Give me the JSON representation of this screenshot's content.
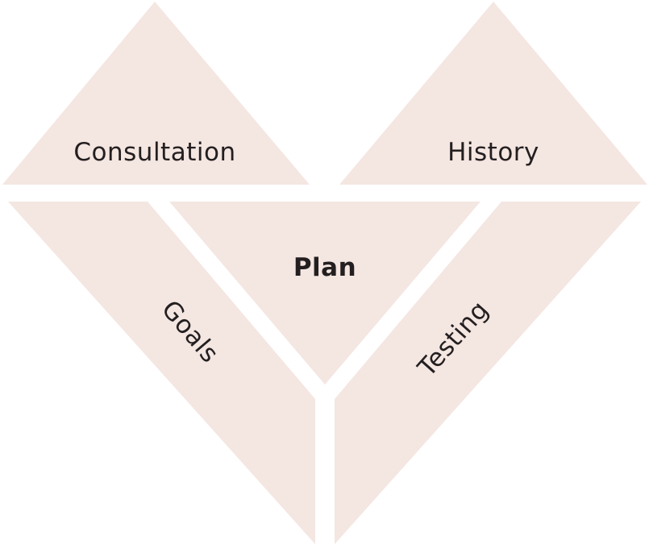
{
  "segments": {
    "consultation": "Consultation",
    "history": "History",
    "plan": "Plan",
    "goals": "Goals",
    "testing": "Testing"
  },
  "colors": {
    "segment_fill": "#f4e6e1",
    "text": "#231f20",
    "background": "#ffffff"
  }
}
